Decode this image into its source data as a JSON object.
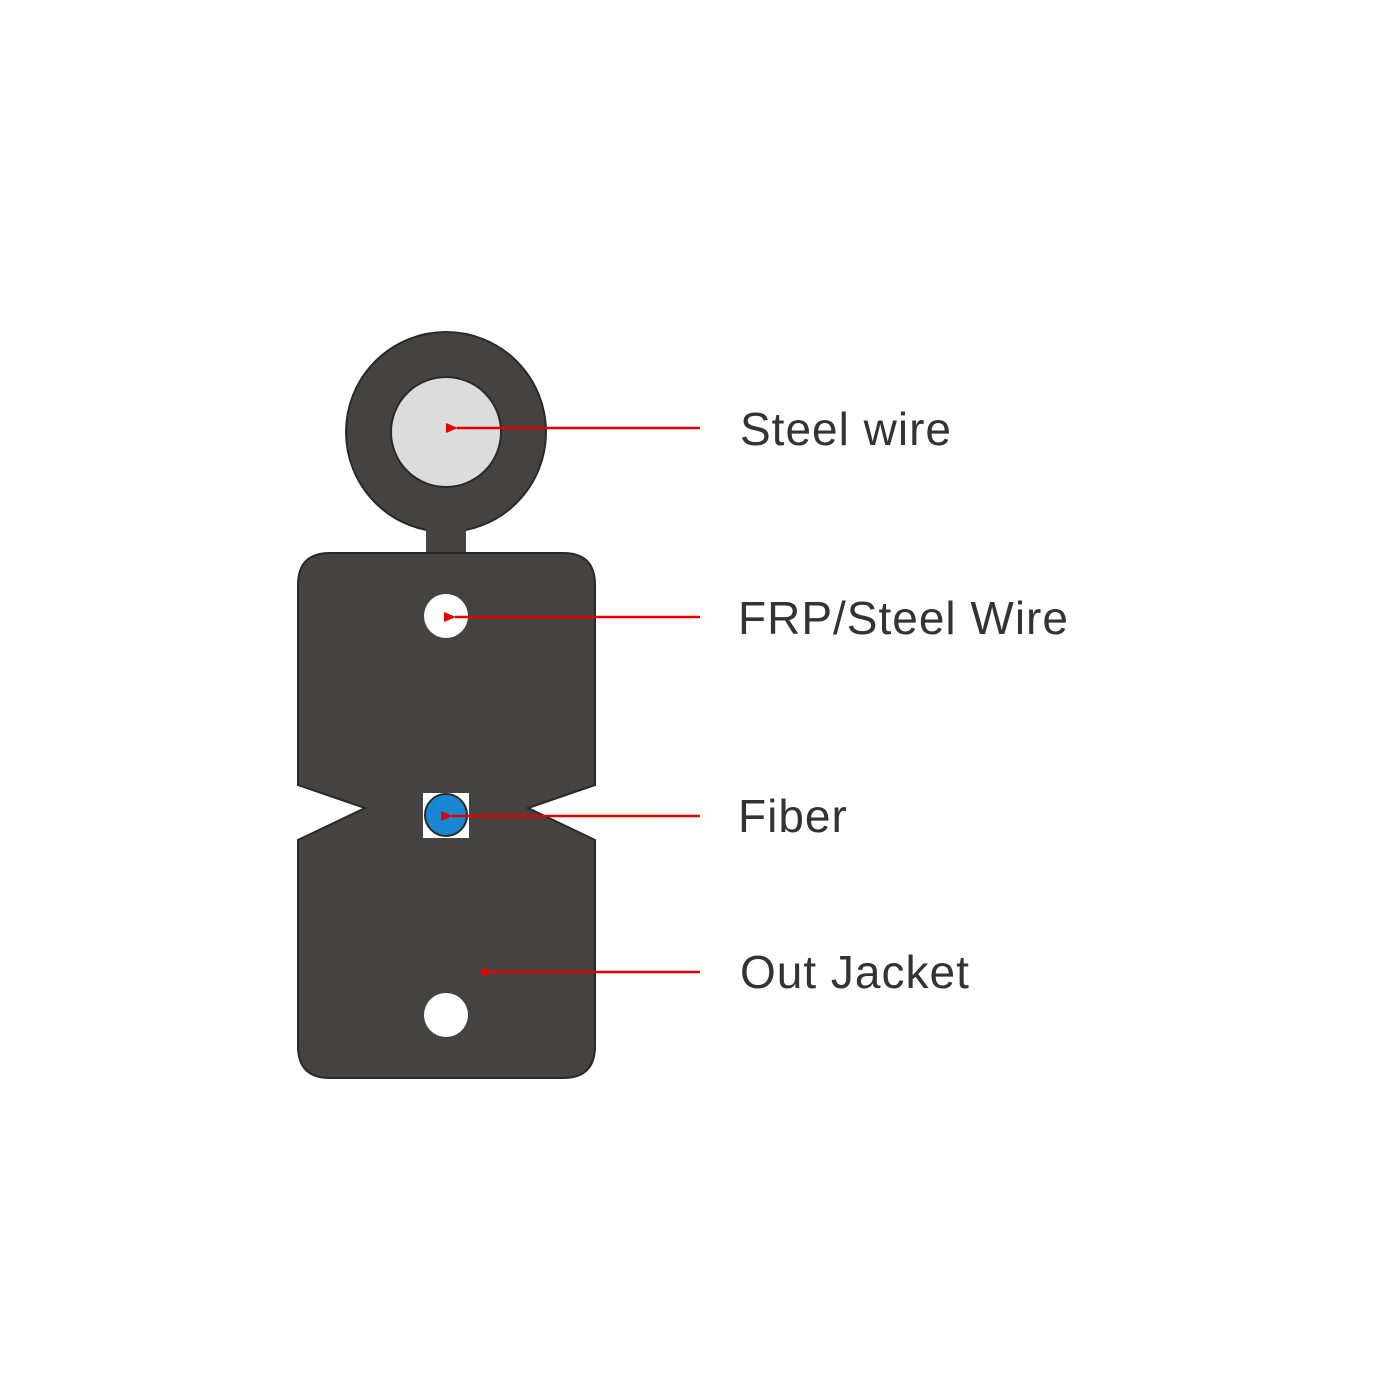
{
  "diagram": {
    "labels": {
      "steel_wire": "Steel wire",
      "frp_steel_wire": "FRP/Steel Wire",
      "fiber": "Fiber",
      "out_jacket": "Out Jacket"
    }
  },
  "colors": {
    "background": "#ffffff",
    "jacket": "#454342",
    "outline": "#2a2928",
    "steel_core": "#dcdcdc",
    "strength_member": "#ffffff",
    "fiber_fill": "#1a86d4",
    "fiber_box": "#ffffff",
    "arrow": "#e30000",
    "text": "#333333"
  }
}
